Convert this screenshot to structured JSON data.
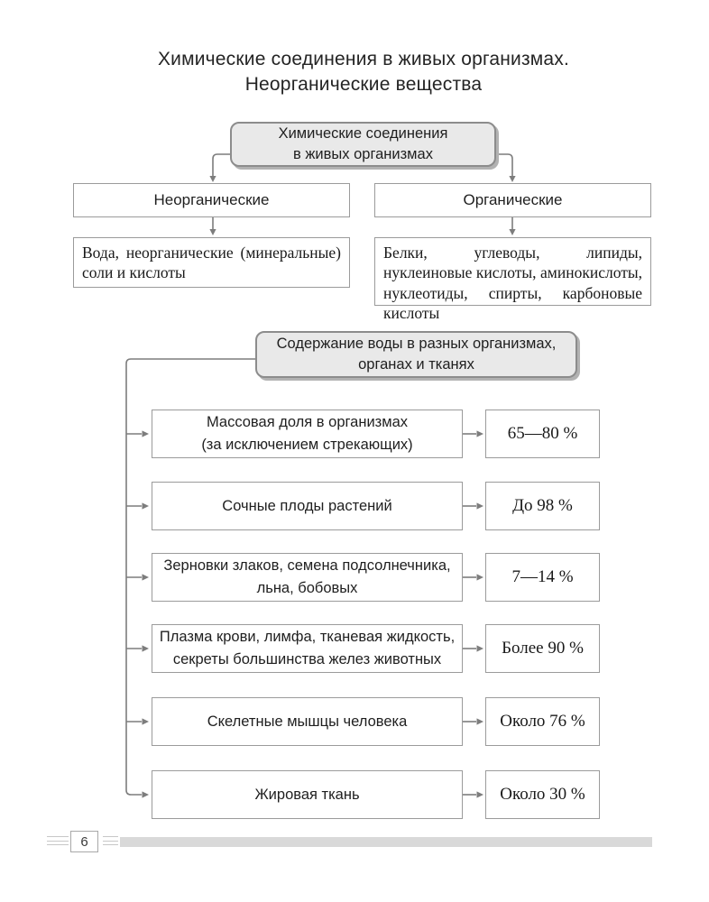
{
  "page": {
    "title": "Химические соединения в живых организмах.\nНеорганические вещества",
    "page_number": "6"
  },
  "colors": {
    "box_border": "#9b9b9b",
    "rounded_box_fill": "#e9e9e9",
    "rounded_box_border": "#8c8c8c",
    "connector": "#7d7d7d",
    "footer_bar": "#d9d9d9"
  },
  "top_diagram": {
    "root_label": "Химические соединения\nв живых организмах",
    "branches": [
      {
        "label": "Неорганические",
        "detail": "Вода, неорганические (минеральные) соли и кислоты"
      },
      {
        "label": "Органические",
        "detail": "Белки, углеводы, липиды, нуклеиновые кислоты, аминокислоты, нуклеотиды, спирты, карбоновые кислоты"
      }
    ]
  },
  "water_diagram": {
    "root_label": "Содержание воды в разных организмах,\nорганах и тканях",
    "rows": [
      {
        "label": "Массовая доля в организмах\n(за исключением стрекающих)",
        "value": "65—80 %"
      },
      {
        "label": "Сочные плоды растений",
        "value": "До 98 %"
      },
      {
        "label": "Зерновки злаков, семена подсолнечника,\nльна, бобовых",
        "value": "7—14 %"
      },
      {
        "label": "Плазма крови, лимфа, тканевая жидкость,\nсекреты большинства желез животных",
        "value": "Более 90 %"
      },
      {
        "label": "Скелетные мышцы человека",
        "value": "Около 76 %"
      },
      {
        "label": "Жировая ткань",
        "value": "Около 30 %"
      }
    ]
  }
}
